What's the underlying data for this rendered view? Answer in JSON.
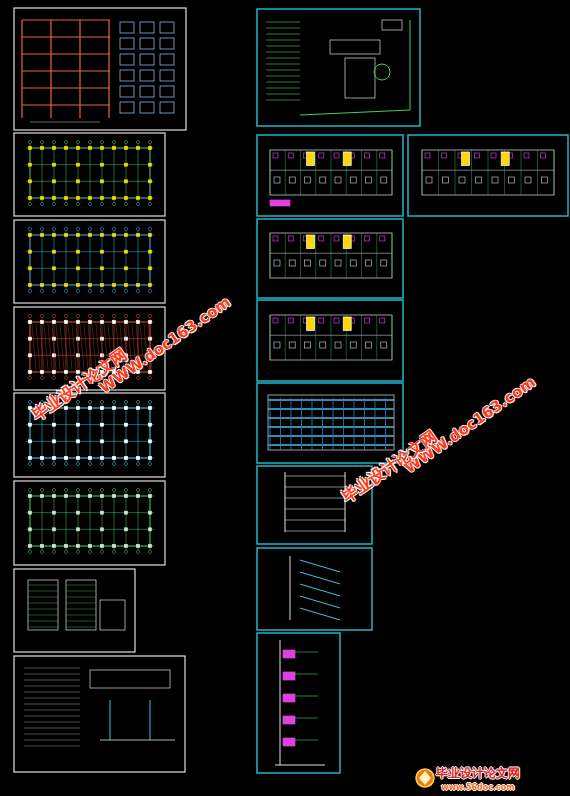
{
  "diagram": {
    "labels": [
      "WWW.doc163.com",
      "毕业设计论文网",
      "WWW.doc163.com",
      "毕业设计论文网",
      "毕业设计论文网",
      "www.56doc.com"
    ]
  }
}
